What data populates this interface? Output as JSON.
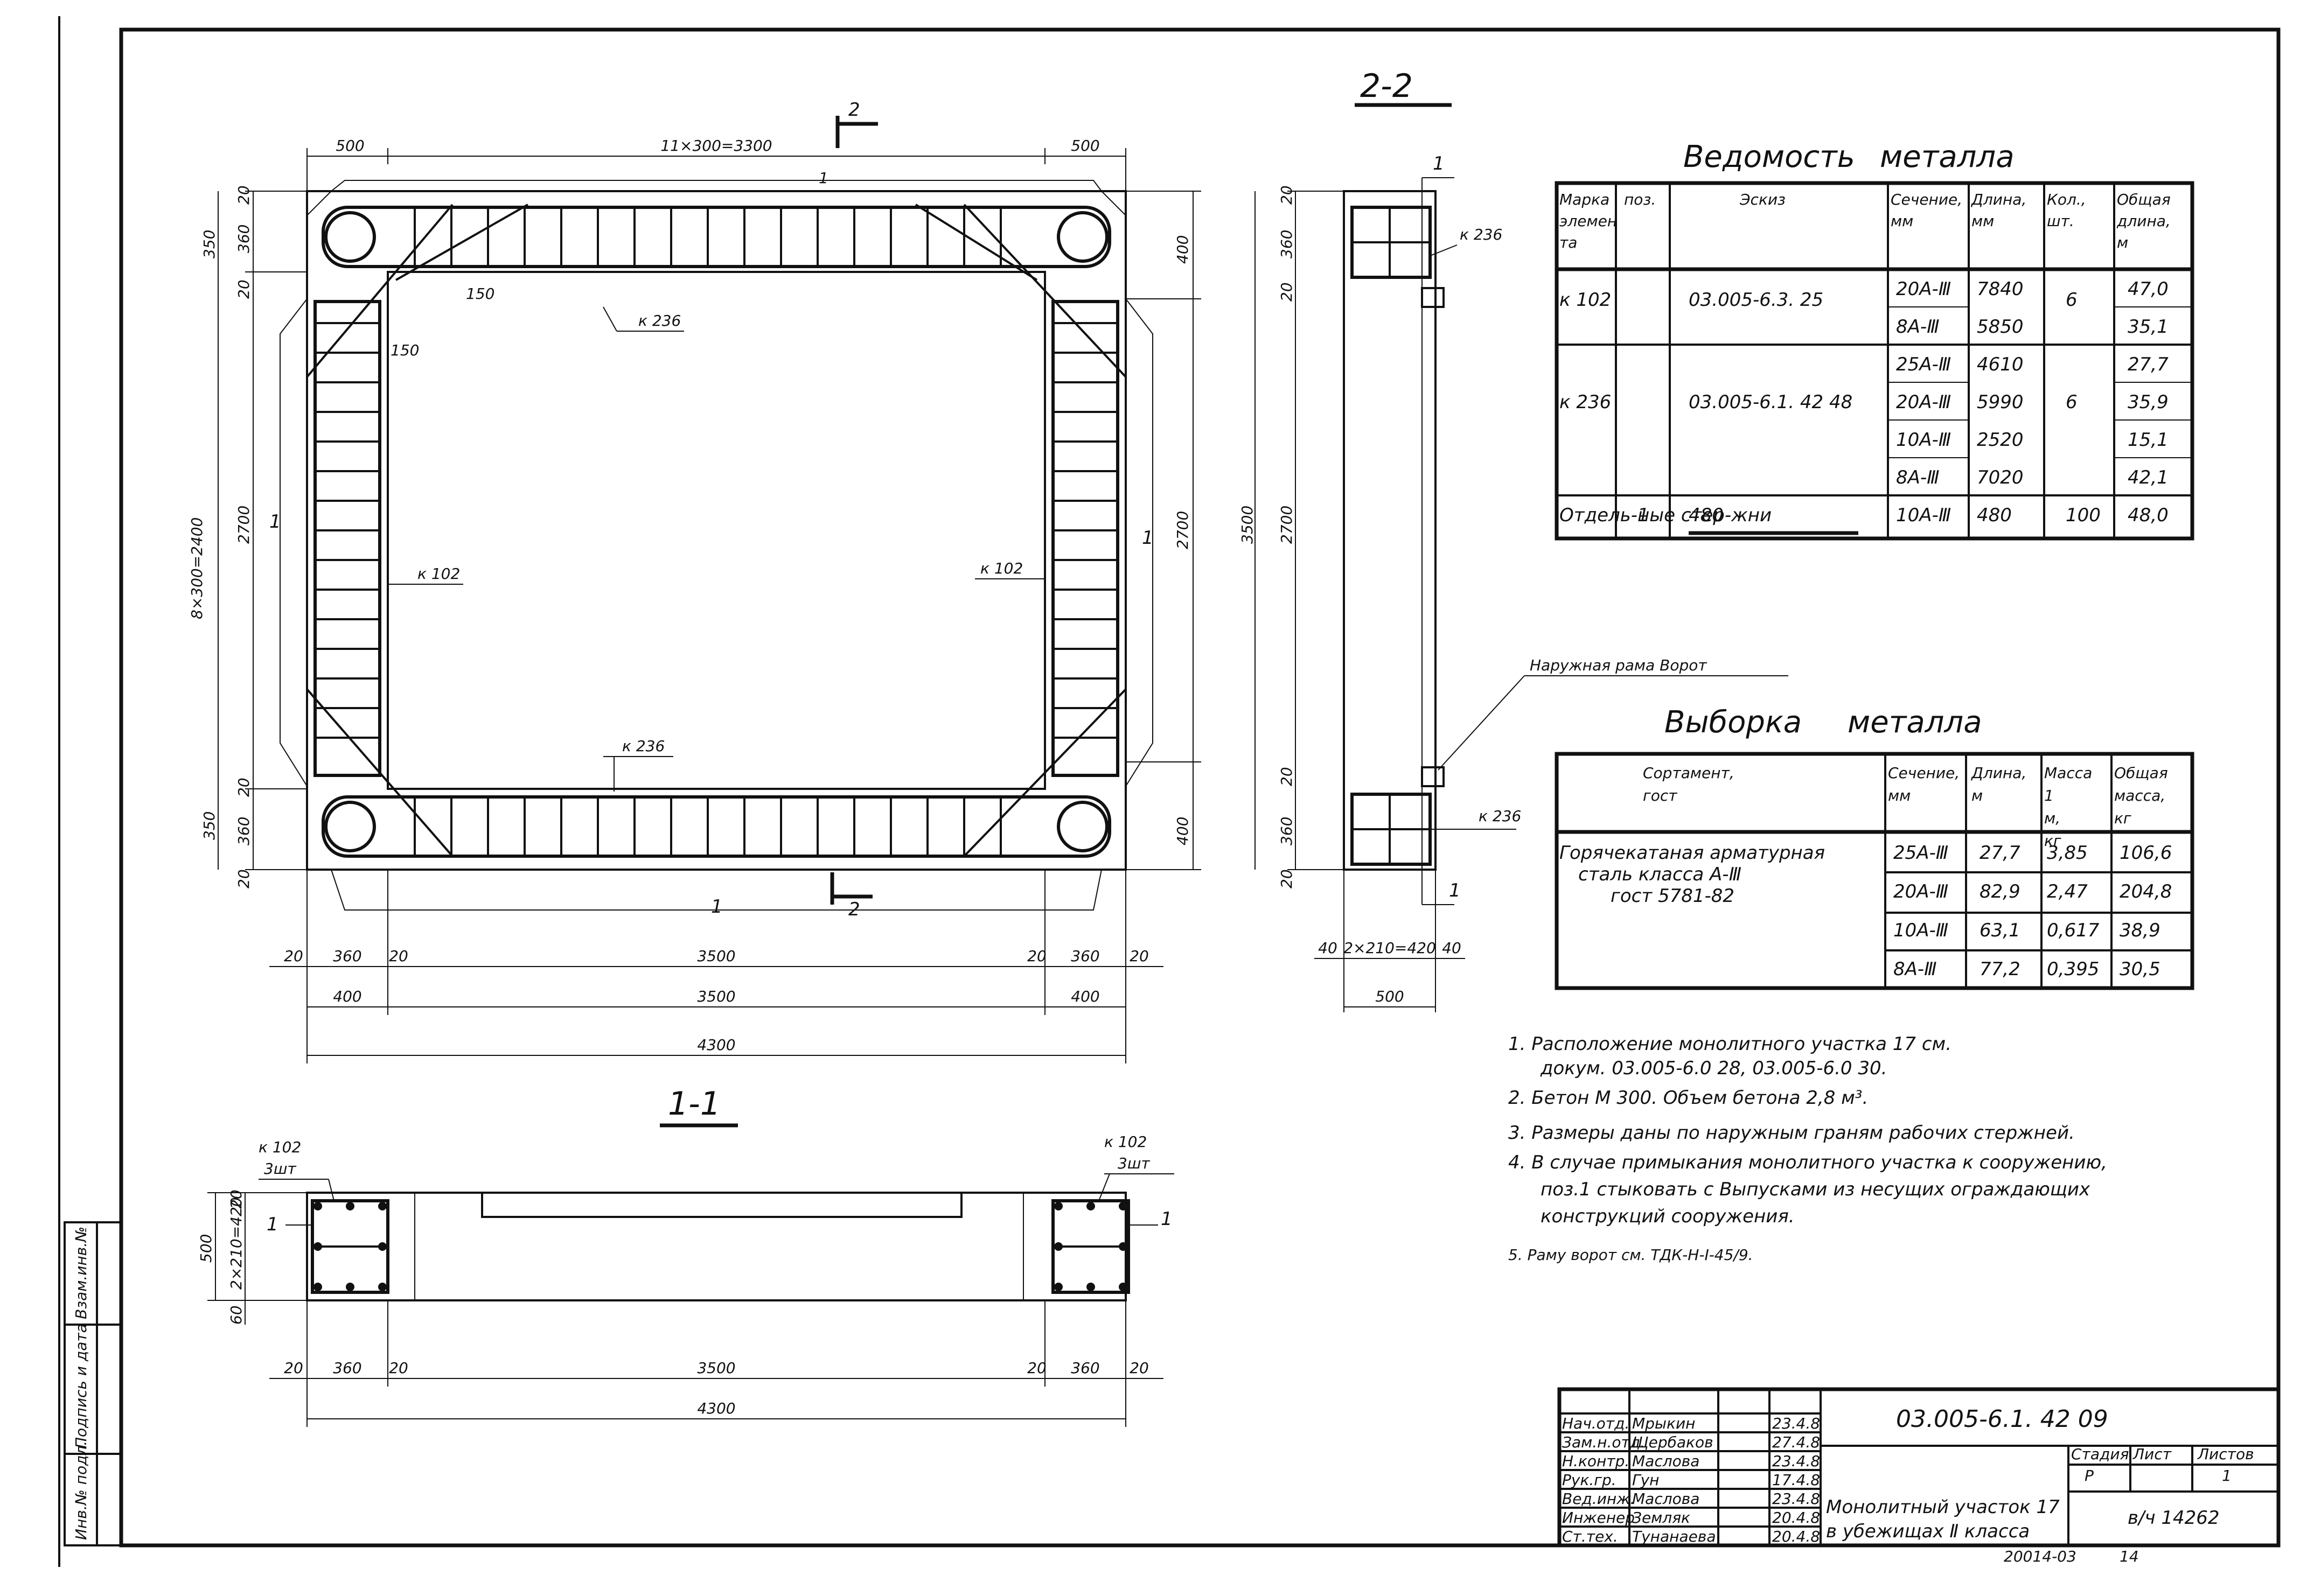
{
  "sections": {
    "section_22": "2-2",
    "section_11": "1-1",
    "cut2_top": "2",
    "cut2_bottom": "2",
    "side_one_a": "1",
    "side_one_b": "1"
  },
  "plan": {
    "dims_top": [
      "500",
      "11×300=3300",
      "500"
    ],
    "dims_bottom_1": [
      "20",
      "360",
      "20",
      "3500",
      "20",
      "360",
      "20"
    ],
    "dims_bottom_2": [
      "400",
      "3500",
      "400"
    ],
    "dims_bottom_3": "4300",
    "dims_left": [
      "20",
      "360",
      "20",
      "8×300=2400",
      "2700",
      "20",
      "360",
      "20",
      "350",
      "350"
    ],
    "dims_right": [
      "400",
      "2700",
      "400"
    ],
    "marks": {
      "k236_top": "к 236",
      "k236_bottom": "к 236",
      "k102_left": "к 102",
      "k102_right": "к 102"
    },
    "positions": {
      "top": "1",
      "bottom": "1",
      "left": "1",
      "right": "1"
    },
    "small_dims": {
      "d150a": "150",
      "d150b": "150"
    }
  },
  "side_view": {
    "dims_left": [
      "20",
      "360",
      "20",
      "2700",
      "20",
      "360",
      "20",
      "3500"
    ],
    "dims_bottom": [
      "40",
      "2×210=420",
      "40"
    ],
    "dim_500": "500",
    "k236_top": "к 236",
    "k236_bottom": "к 236",
    "outer_frame_label": "Наружная рама Ворот",
    "pos_top": "1",
    "pos_bottom": "1"
  },
  "section_view": {
    "k102_left": "к 102",
    "k102_left_qty": "3шт",
    "k102_right": "к 102",
    "k102_right_qty": "3шт",
    "dims_left": [
      "20",
      "2×210=420",
      "60",
      "500"
    ],
    "dims_bottom_1": [
      "20",
      "360",
      "20",
      "3500",
      "20",
      "360",
      "20"
    ],
    "dims_bottom_2": "4300",
    "pos_left": "1",
    "pos_right": "1"
  },
  "vedomost": {
    "title_a": "Ведомость",
    "title_b": "металла",
    "headers": [
      "Марка элемен та",
      "поз.",
      "Эскиз",
      "Сечение, мм",
      "Длина, мм",
      "Кол., шт.",
      "Общая длина, м"
    ],
    "rows": [
      {
        "mark": "к 102",
        "pos": "",
        "sketch": "03.005-6.3. 25",
        "section": "20А-Ⅲ",
        "length": "7840",
        "qty": "6",
        "total": "47,0"
      },
      {
        "mark": "",
        "pos": "",
        "sketch": "",
        "section": "8А-Ⅲ",
        "length": "5850",
        "qty": "",
        "total": "35,1"
      },
      {
        "mark": "",
        "pos": "",
        "sketch": "",
        "section": "25А-Ⅲ",
        "length": "4610",
        "qty": "",
        "total": "27,7"
      },
      {
        "mark": "к 236",
        "pos": "",
        "sketch": "03.005-6.1. 42 48",
        "section": "20А-Ⅲ",
        "length": "5990",
        "qty": "6",
        "total": "35,9"
      },
      {
        "mark": "",
        "pos": "",
        "sketch": "",
        "section": "10А-Ⅲ",
        "length": "2520",
        "qty": "",
        "total": "15,1"
      },
      {
        "mark": "",
        "pos": "",
        "sketch": "",
        "section": "8А-Ⅲ",
        "length": "7020",
        "qty": "",
        "total": "42,1"
      },
      {
        "mark": "Отдель-ные стер-жни",
        "pos": "1",
        "sketch": "480",
        "section": "10А-Ⅲ",
        "length": "480",
        "qty": "100",
        "total": "48,0"
      }
    ]
  },
  "vyborka": {
    "title_a": "Выборка",
    "title_b": "металла",
    "headers": [
      "Сортамент, гост",
      "Сечение, мм",
      "Длина, м",
      "Масса 1 м, кг",
      "Общая масса, кг"
    ],
    "description": [
      "Горячекатаная арматурная",
      "сталь класса А-Ⅲ",
      "гост 5781-82"
    ],
    "rows": [
      {
        "section": "25А-Ⅲ",
        "length": "27,7",
        "mass": "3,85",
        "total": "106,6"
      },
      {
        "section": "20А-Ⅲ",
        "length": "82,9",
        "mass": "2,47",
        "total": "204,8"
      },
      {
        "section": "10А-Ⅲ",
        "length": "63,1",
        "mass": "0,617",
        "total": "38,9"
      },
      {
        "section": "8А-Ⅲ",
        "length": "77,2",
        "mass": "0,395",
        "total": "30,5"
      }
    ]
  },
  "notes": [
    "1. Расположение монолитного участка 17 см.",
    "докум. 03.005-6.0 28, 03.005-6.0 30.",
    "2. Бетон М 300. Объем бетона 2,8 м³.",
    "3. Размеры даны по наружным граням рабочих стержней.",
    "4. В случае примыкания монолитного участка к сооружению,",
    "поз.1 стыковать с Выпусками из несущих ограждающих",
    "конструкций сооружения.",
    "5. Раму ворот см. ТДК-Н-Ⅰ-45/9."
  ],
  "title_block": {
    "roles": [
      "Нач.отд.",
      "Зам.н.отд.",
      "Н.контр.",
      "Рук.гр.",
      "Вед.инж.",
      "Инженер",
      "Ст.тех."
    ],
    "names": [
      "Мрыкин",
      "Щербаков",
      "Маслова",
      "Гун",
      "Маслова",
      "Земляк",
      "Тунанаева"
    ],
    "dates": [
      "23.4.8",
      "27.4.8",
      "23.4.8",
      "17.4.8",
      "23.4.8",
      "20.4.8",
      "20.4.8"
    ],
    "code": "03.005-6.1. 42 09",
    "stage_label": "Стадия",
    "sheet_label": "Лист",
    "sheets_label": "Листов",
    "stage_value": "Р",
    "sheet_value": "",
    "sheets_value": "1",
    "name_line1": "Монолитный участок 17",
    "name_line2": "в убежищах Ⅱ класса",
    "org": "в/ч 14262",
    "bottom_num_a": "20014-03",
    "bottom_num_b": "14"
  },
  "side_stamp": [
    "Инв.№ подл.",
    "Подпись и дата",
    "Взам.инв.№"
  ]
}
